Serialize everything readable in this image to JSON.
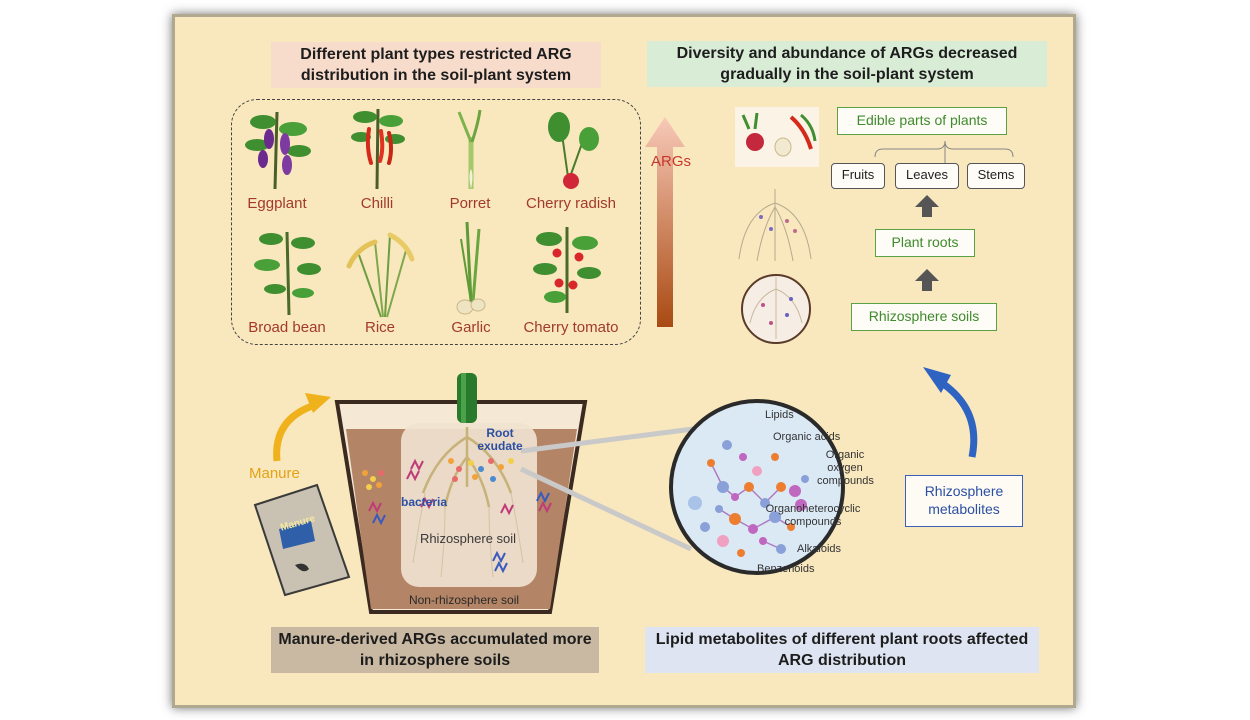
{
  "headings": {
    "plant_types": "Different plant types restricted ARG distribution in the soil-plant system",
    "diversity": "Diversity and abundance of ARGs decreased gradually in the soil-plant system",
    "manure": "Manure-derived ARGs accumulated more in rhizosphere soils",
    "lipid": "Lipid metabolites of different plant roots affected ARG distribution"
  },
  "plants": [
    "Eggplant",
    "Chilli",
    "Porret",
    "Cherry radish",
    "Broad bean",
    "Rice",
    "Garlic",
    "Cherry tomato"
  ],
  "flow": {
    "arrow_label": "ARGs",
    "edible": "Edible parts of plants",
    "parts": [
      "Fruits",
      "Leaves",
      "Stems"
    ],
    "plant_roots": "Plant roots",
    "rhizosphere_soils": "Rhizosphere soils"
  },
  "pot": {
    "manure_label": "Manure",
    "bag_label": "Manure",
    "root_exudate": "Root exudate",
    "bacteria": "bacteria",
    "rhizosphere_soil": "Rhizosphere soil",
    "non_rhizosphere_soil": "Non-rhizosphere soil"
  },
  "metabolites": {
    "box": "Rhizosphere metabolites",
    "classes": [
      "Lipids",
      "Organic acids",
      "Organic oxygen compounds",
      "Organoheterocyclic compounds",
      "Alkaloids",
      "Benzenoids"
    ]
  },
  "colors": {
    "background": "#f9e8bd",
    "plant_label": "#a23a2c",
    "green_box": "#5aa146",
    "blue_text": "#2b4fa3",
    "arg_arrow_top": "#f7c9b8",
    "arg_arrow_bottom": "#a94a12",
    "manure_arrow": "#f0b21c",
    "metabolite_arrow": "#2f63c2"
  }
}
